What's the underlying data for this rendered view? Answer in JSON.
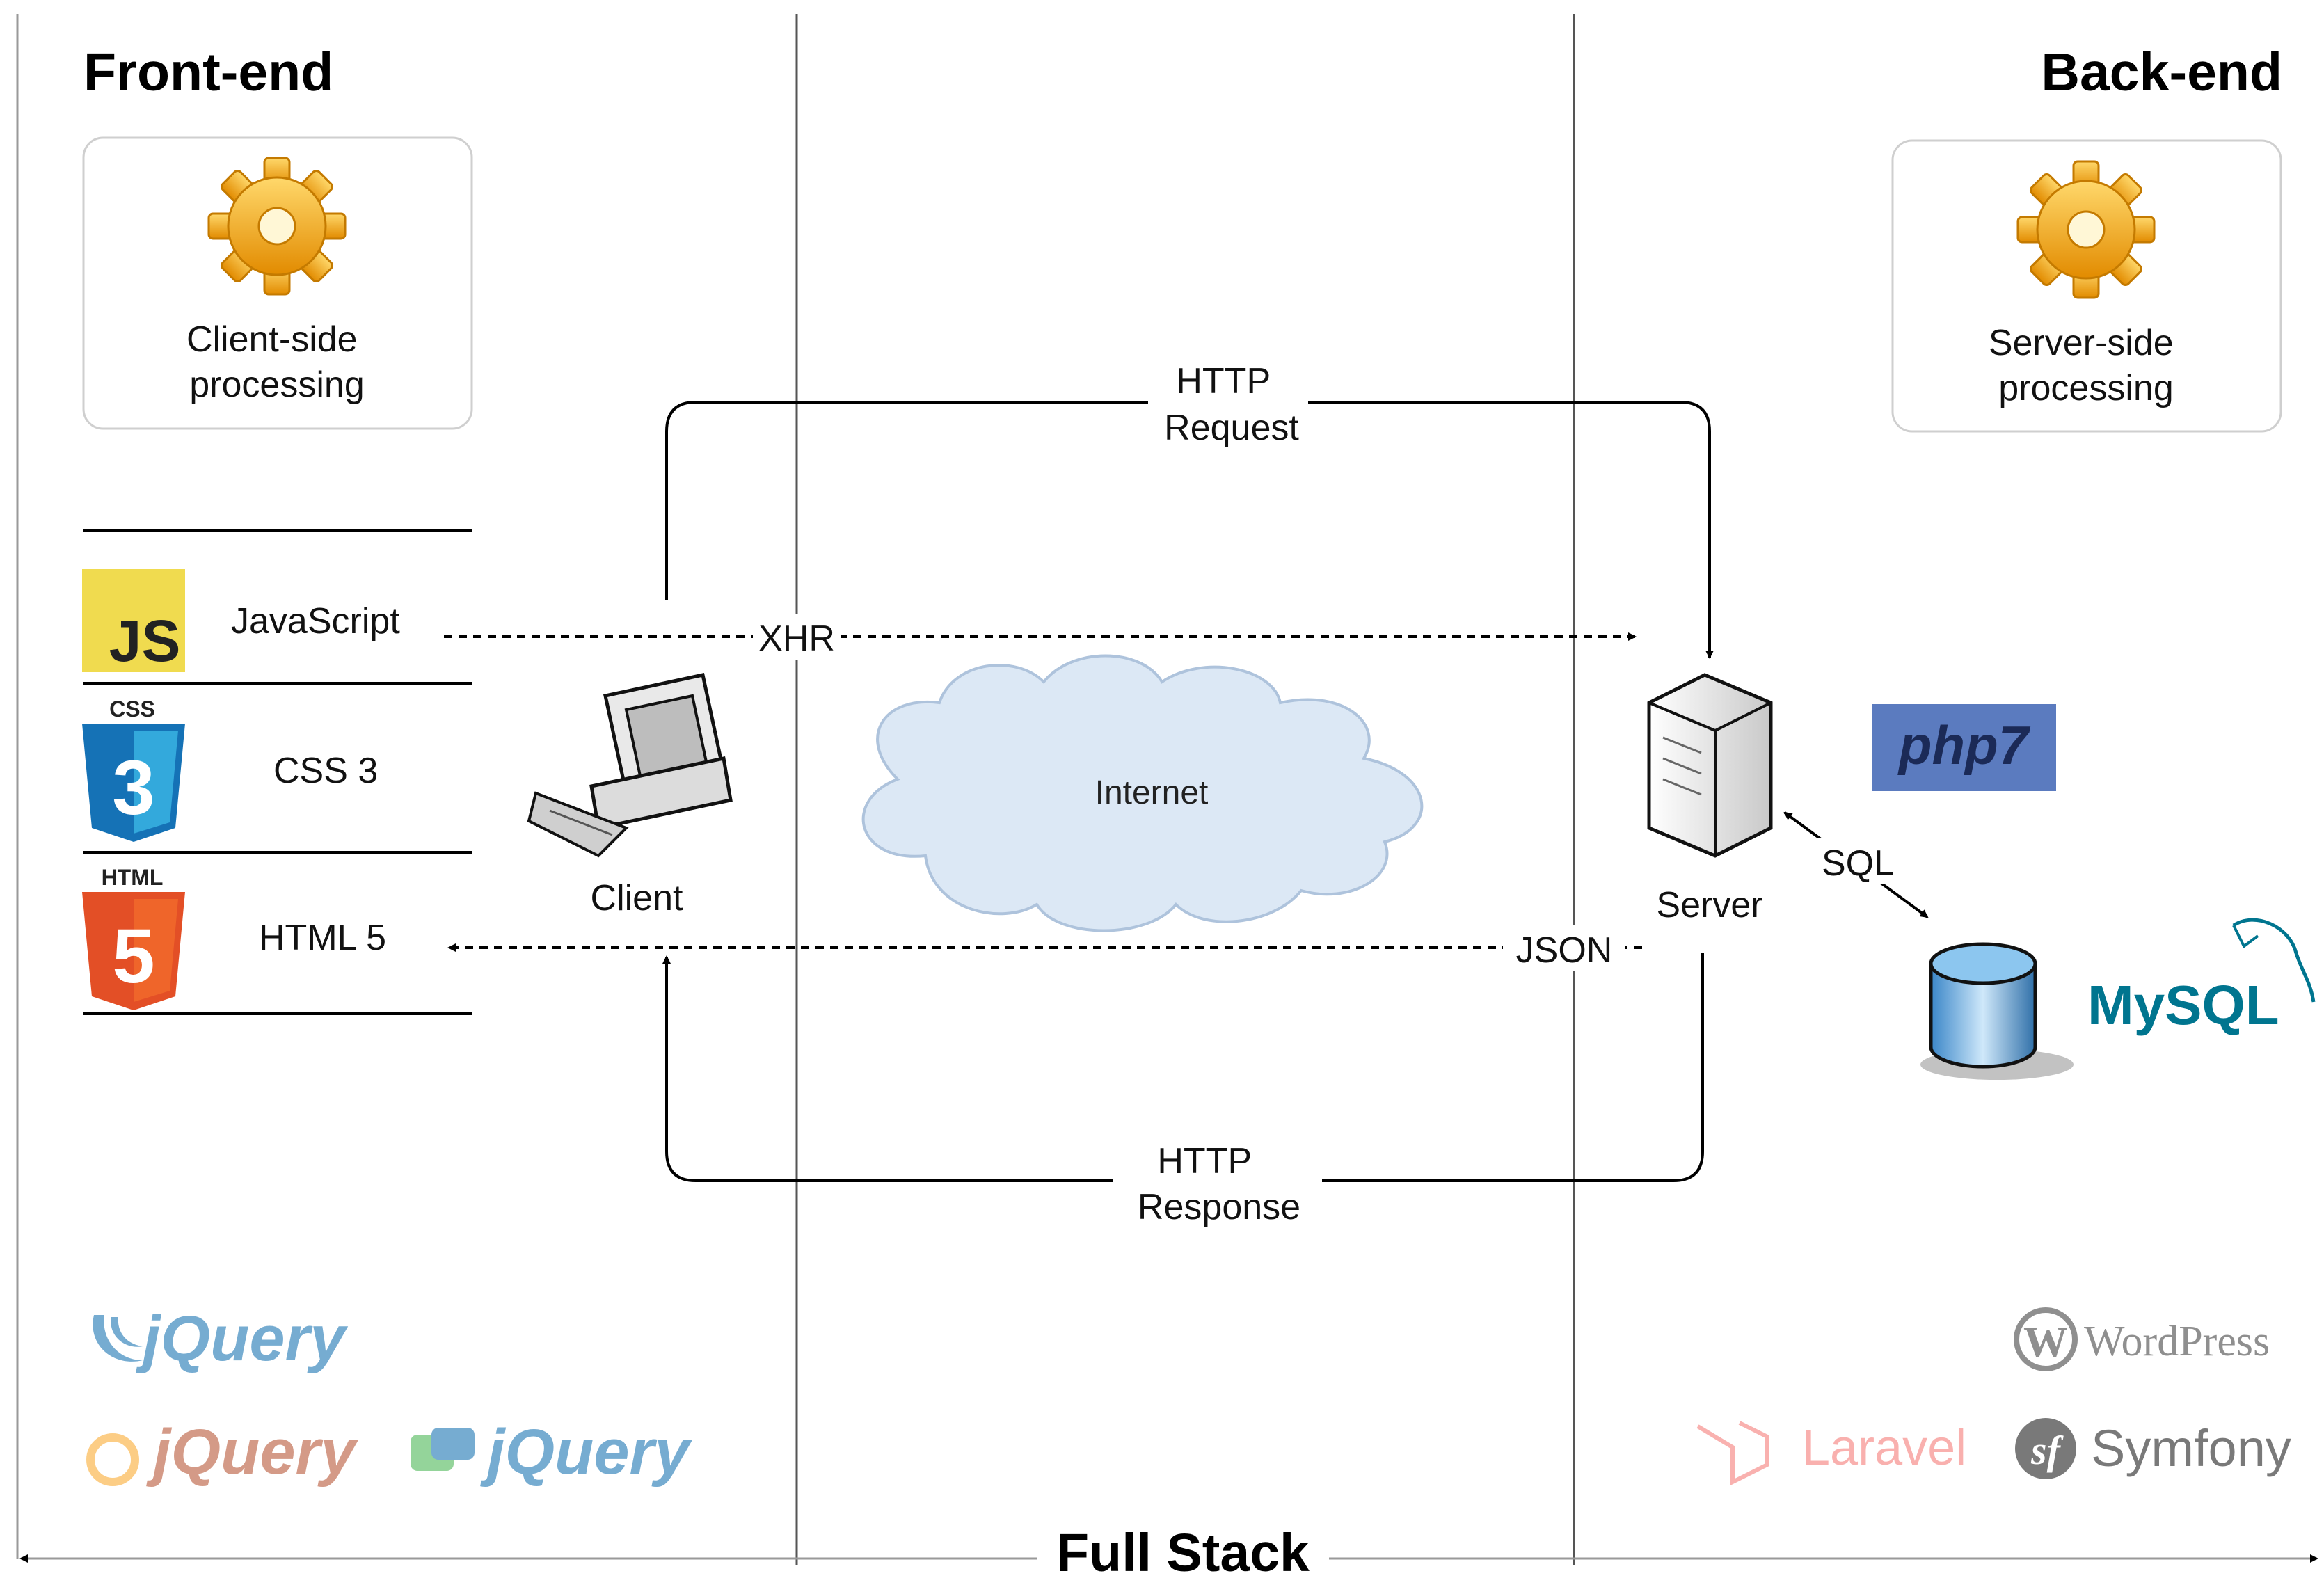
{
  "headings": {
    "front_end": "Front-end",
    "back_end": "Back-end",
    "full_stack": "Full Stack"
  },
  "boxes": {
    "client_side": [
      "Client-side",
      "processing"
    ],
    "server_side": [
      "Server-side",
      "processing"
    ]
  },
  "tech_stack": {
    "javascript": "JavaScript",
    "css": "CSS 3",
    "html": "HTML 5",
    "js_badge": "JS",
    "css_tag": "CSS",
    "html_tag": "HTML",
    "css_number": "3",
    "html_number": "5"
  },
  "nodes": {
    "client": "Client",
    "server": "Server",
    "internet": "Internet"
  },
  "connections": {
    "http_request": [
      "HTTP",
      "Request"
    ],
    "http_response": [
      "HTTP",
      "Response"
    ],
    "xhr": "XHR",
    "json": "JSON",
    "sql": "SQL"
  },
  "logos": {
    "php": "php7",
    "mysql": "MySQL",
    "jquery": "jQuery",
    "jquery_ui": "jQuery",
    "jquery_mobile": "jQuery",
    "wordpress": "WordPress",
    "laravel": "Laravel",
    "symfony": "Symfony"
  },
  "colors": {
    "js_yellow": "#f0db4f",
    "css_blue": "#1572b6",
    "html_orange": "#e34f26",
    "php_blue": "#5b7bbf",
    "mysql_blue": "#00758f",
    "mysql_orange": "#f29111",
    "internet_fill": "#dce8f5"
  }
}
